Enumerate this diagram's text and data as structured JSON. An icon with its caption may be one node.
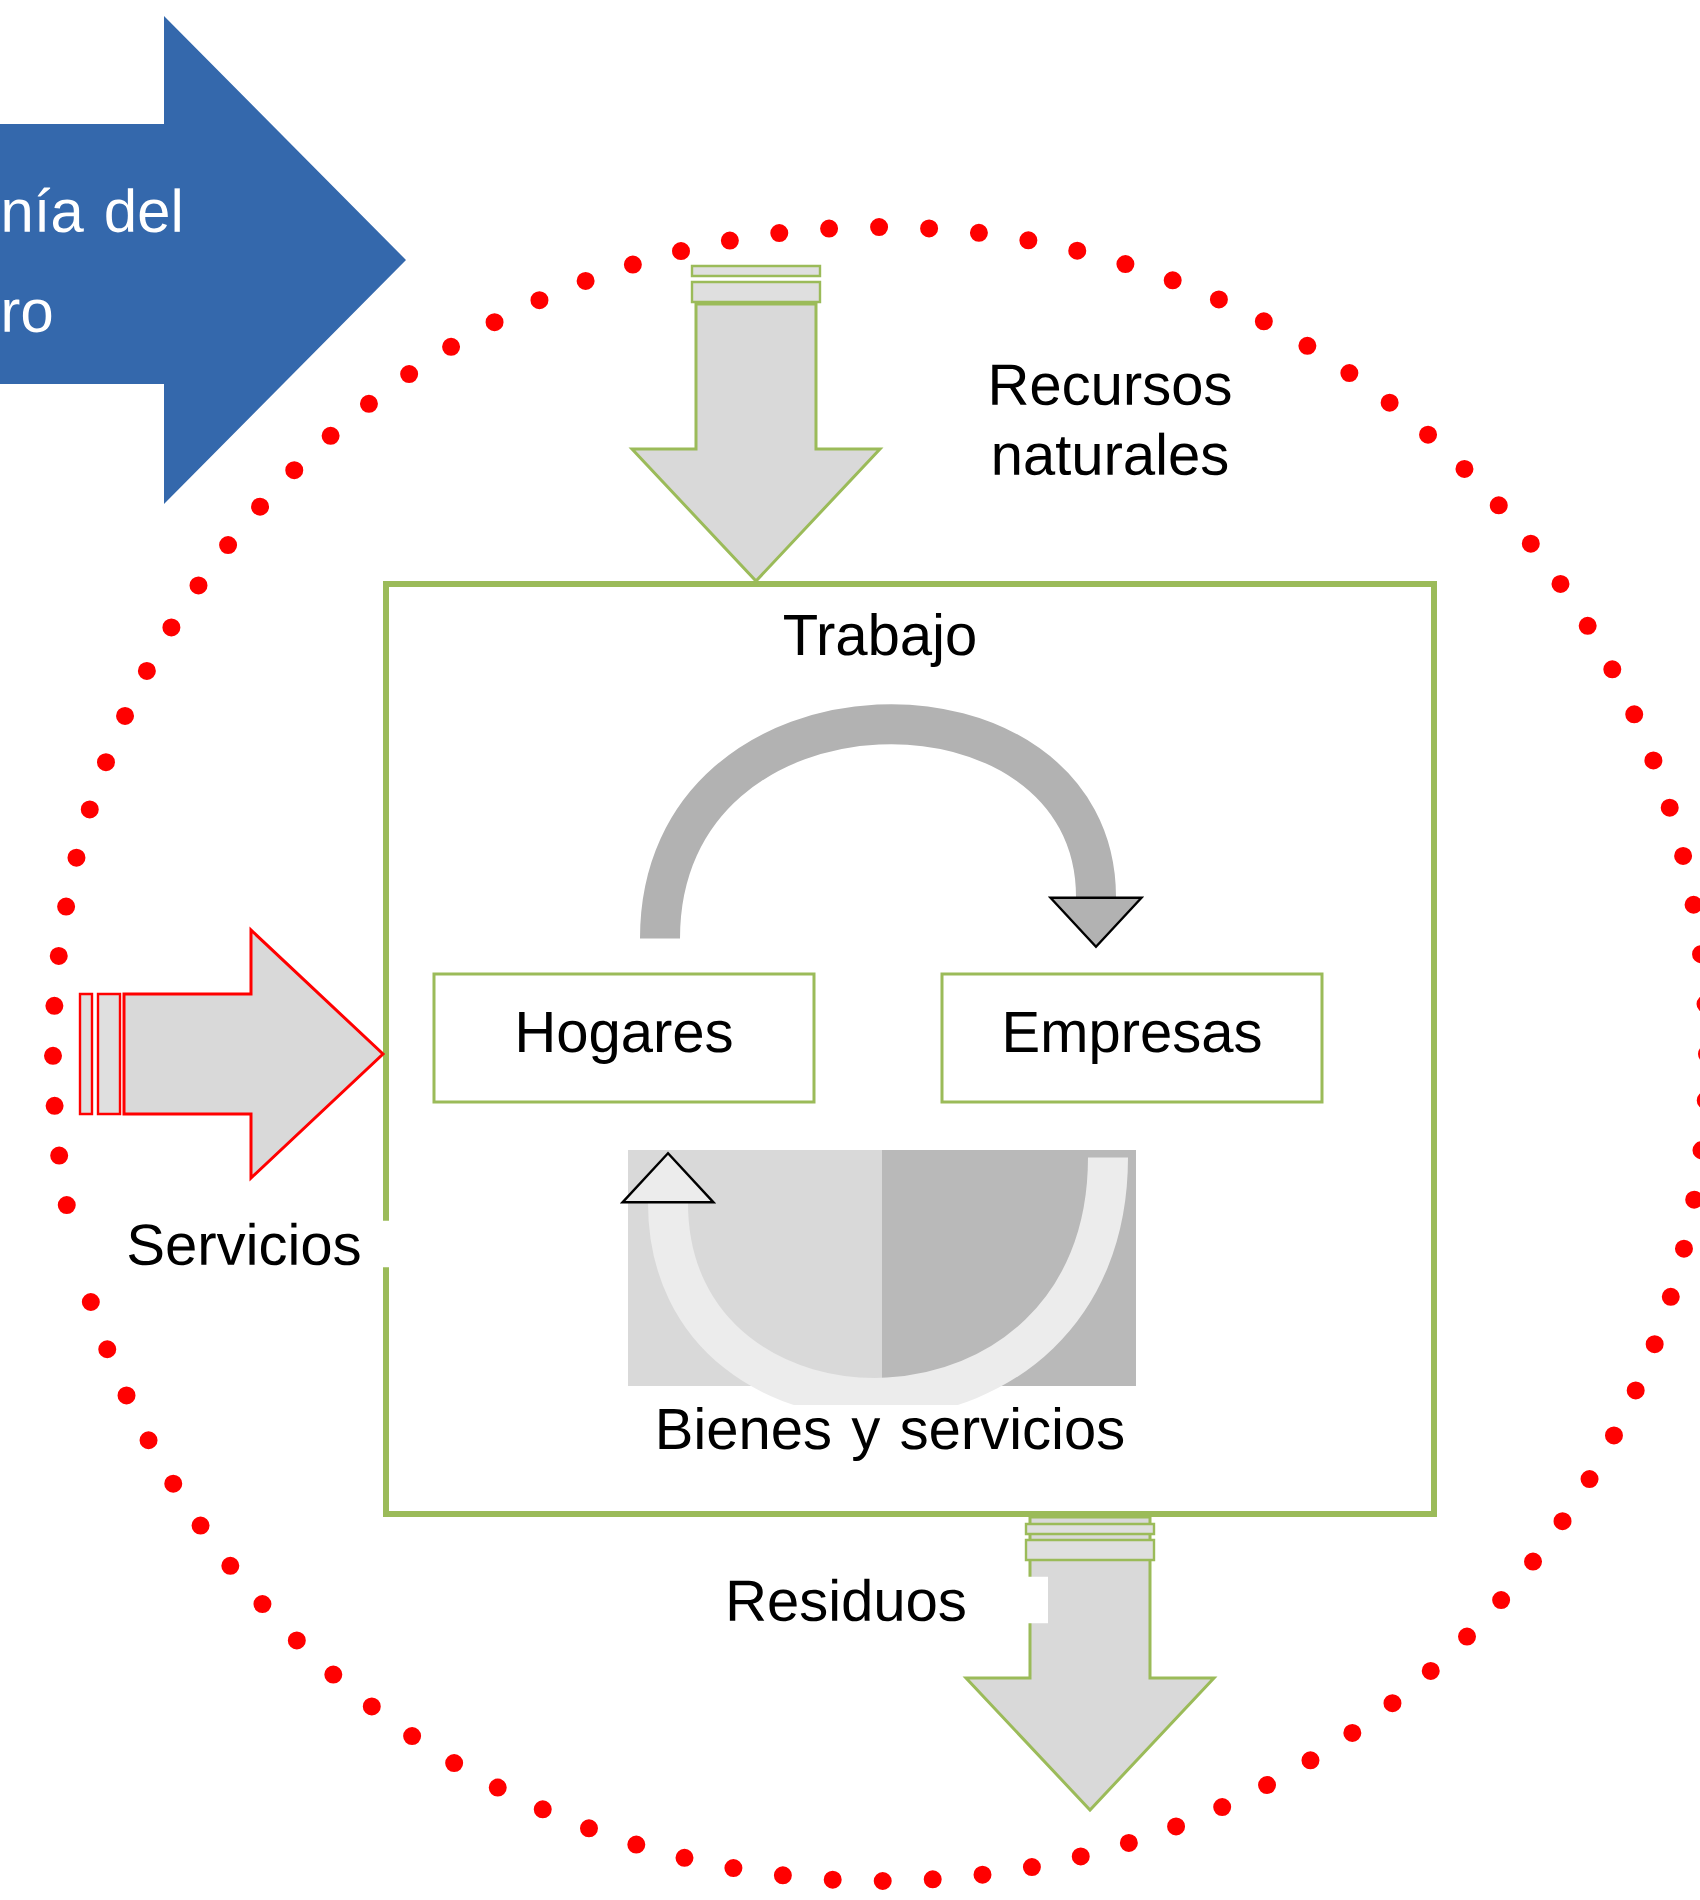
{
  "diagram": {
    "nodes": [
      {
        "text": [
          "nía del ro"
        ]
      },
      {
        "text": [],
        "shape": "circle"
      },
      {
        "text": [],
        "shape": "box",
        "in": 1
      },
      {
        "text": [
          "Hogares"
        ],
        "in": 2
      },
      {
        "text": [
          "Empresas"
        ],
        "in": 2
      }
    ],
    "edges": [
      {
        "from": null,
        "to": 2,
        "arrow": "to",
        "label": "Recursos naturales"
      },
      {
        "from": null,
        "to": 2,
        "arrow": "to",
        "label": "Servicios",
        "color": "#ff0000"
      },
      {
        "from": 2,
        "to": null,
        "arrow": "to",
        "label": "Residuos"
      },
      {
        "from": 3,
        "to": 4,
        "arrow": "to",
        "label": "Trabajo"
      },
      {
        "from": 4,
        "to": 3,
        "arrow": "to",
        "label": "Bienes y servicios"
      }
    ]
  }
}
